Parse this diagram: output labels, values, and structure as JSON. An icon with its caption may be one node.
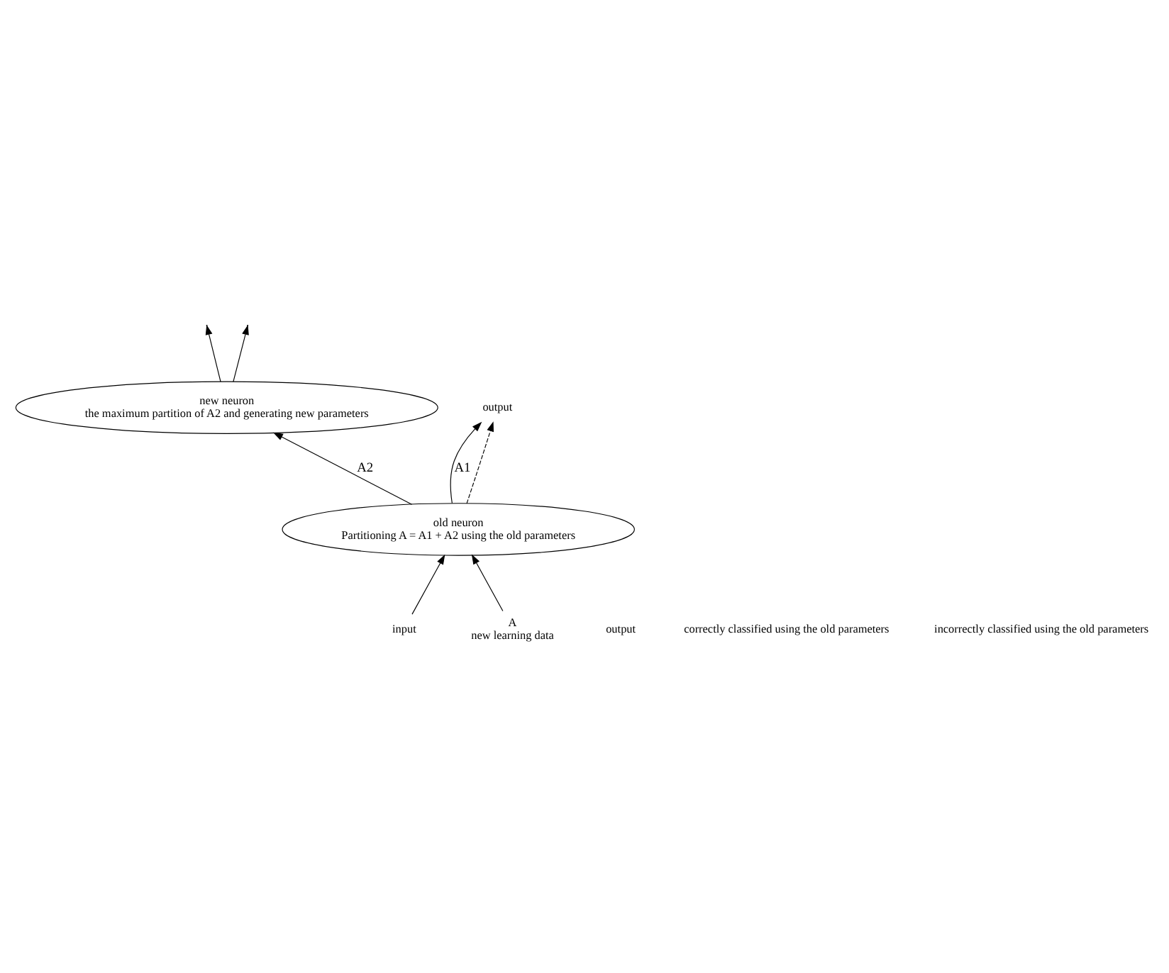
{
  "diagram": {
    "nodes": [
      {
        "text": [
          "old neuron",
          "Partitioning A = A1 + A2 using the old parameters"
        ]
      },
      {
        "text": [
          "new neuron",
          "the maximum partition of A2 and generating new parameters"
        ]
      },
      {
        "text": [
          "output"
        ]
      },
      {
        "text": [
          "input"
        ]
      },
      {
        "text": [
          "A",
          "new learning data"
        ]
      }
    ],
    "edges": [
      {
        "from": 0,
        "to": 2,
        "arrow": "to",
        "label": "A1"
      },
      {
        "from": 0,
        "to": 2,
        "arrow": "to",
        "style": "dashed"
      },
      {
        "from": 0,
        "to": 1,
        "arrow": "to",
        "label": "A2"
      },
      {
        "from": 1,
        "to": null,
        "arrow": "to"
      },
      {
        "from": 1,
        "to": null,
        "arrow": "to"
      },
      {
        "from": 3,
        "to": 0,
        "arrow": "to"
      },
      {
        "from": 4,
        "to": 0,
        "arrow": "to"
      }
    ],
    "labels": [
      "output",
      "correctly classified using the old parameters",
      "incorrectly classified using the old parameters"
    ]
  }
}
